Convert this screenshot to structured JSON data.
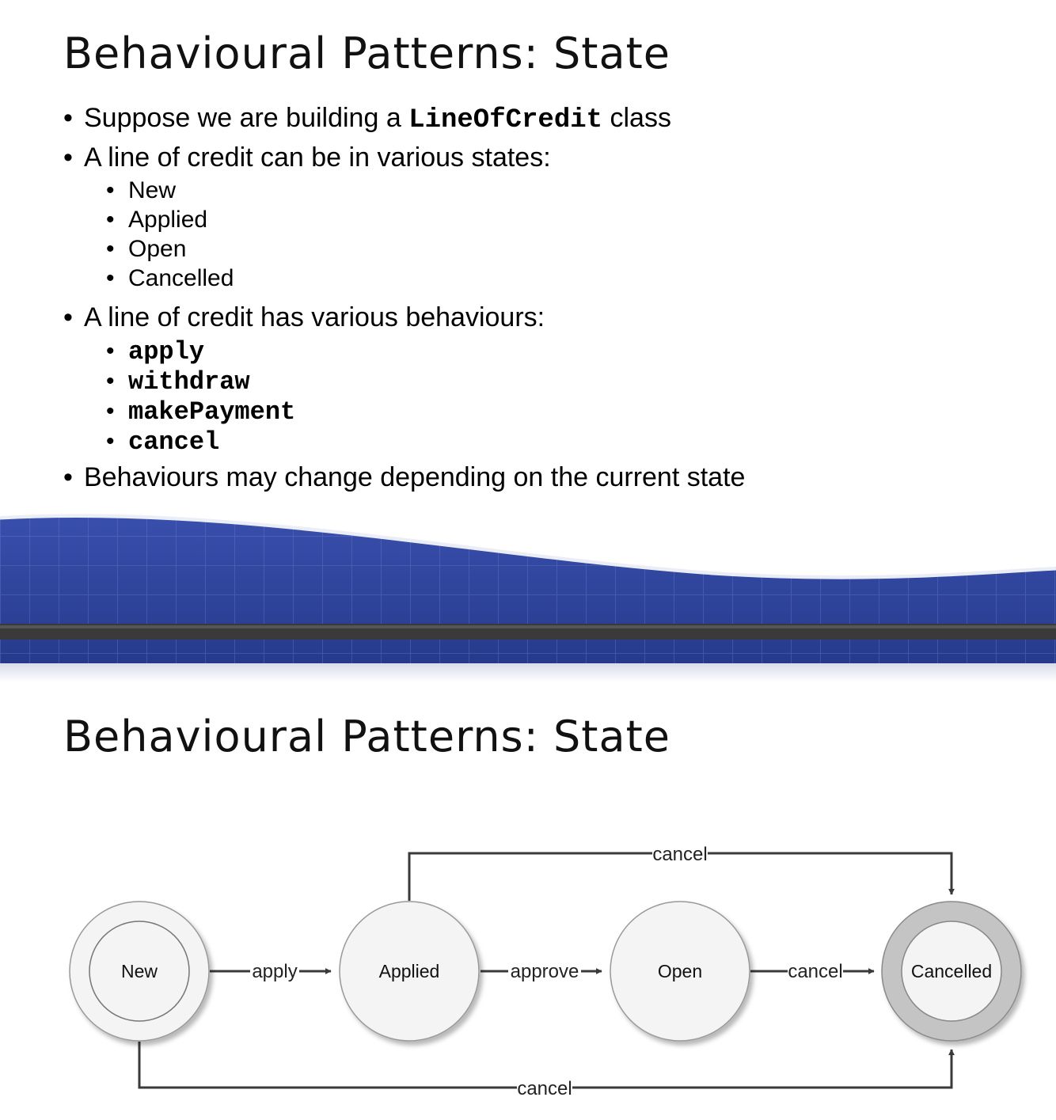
{
  "slide1": {
    "title": "Behavioural Patterns: State",
    "bullets": [
      {
        "parts": [
          "Suppose we are building a ",
          "LineOfCredit",
          " class"
        ]
      },
      {
        "text": "A line of credit can be in various states:"
      },
      {
        "text": "A line of credit has various behaviours:"
      },
      {
        "text": "Behaviours may change depending on the current state"
      }
    ],
    "states": [
      "New",
      "Applied",
      "Open",
      "Cancelled"
    ],
    "behaviours": [
      "apply",
      "withdraw",
      "makePayment",
      "cancel"
    ]
  },
  "slide2": {
    "title": "Behavioural Patterns: State",
    "diagram": {
      "nodes": [
        {
          "label": "New",
          "kind": "initial"
        },
        {
          "label": "Applied",
          "kind": "state"
        },
        {
          "label": "Open",
          "kind": "state"
        },
        {
          "label": "Cancelled",
          "kind": "final"
        }
      ],
      "edges": [
        {
          "from": "New",
          "to": "Applied",
          "label": "apply"
        },
        {
          "from": "Applied",
          "to": "Open",
          "label": "approve"
        },
        {
          "from": "Open",
          "to": "Cancelled",
          "label": "cancel"
        },
        {
          "from": "Applied",
          "to": "Cancelled",
          "label": "cancel"
        },
        {
          "from": "New",
          "to": "Cancelled",
          "label": "cancel"
        }
      ]
    }
  },
  "colors": {
    "banner_blue": "#2c3f94",
    "banner_dark_bar": "#3a3a3a",
    "node_fill": "#f2f2f2",
    "final_ring": "#c4c4c4",
    "edge": "#3a3a3a"
  }
}
